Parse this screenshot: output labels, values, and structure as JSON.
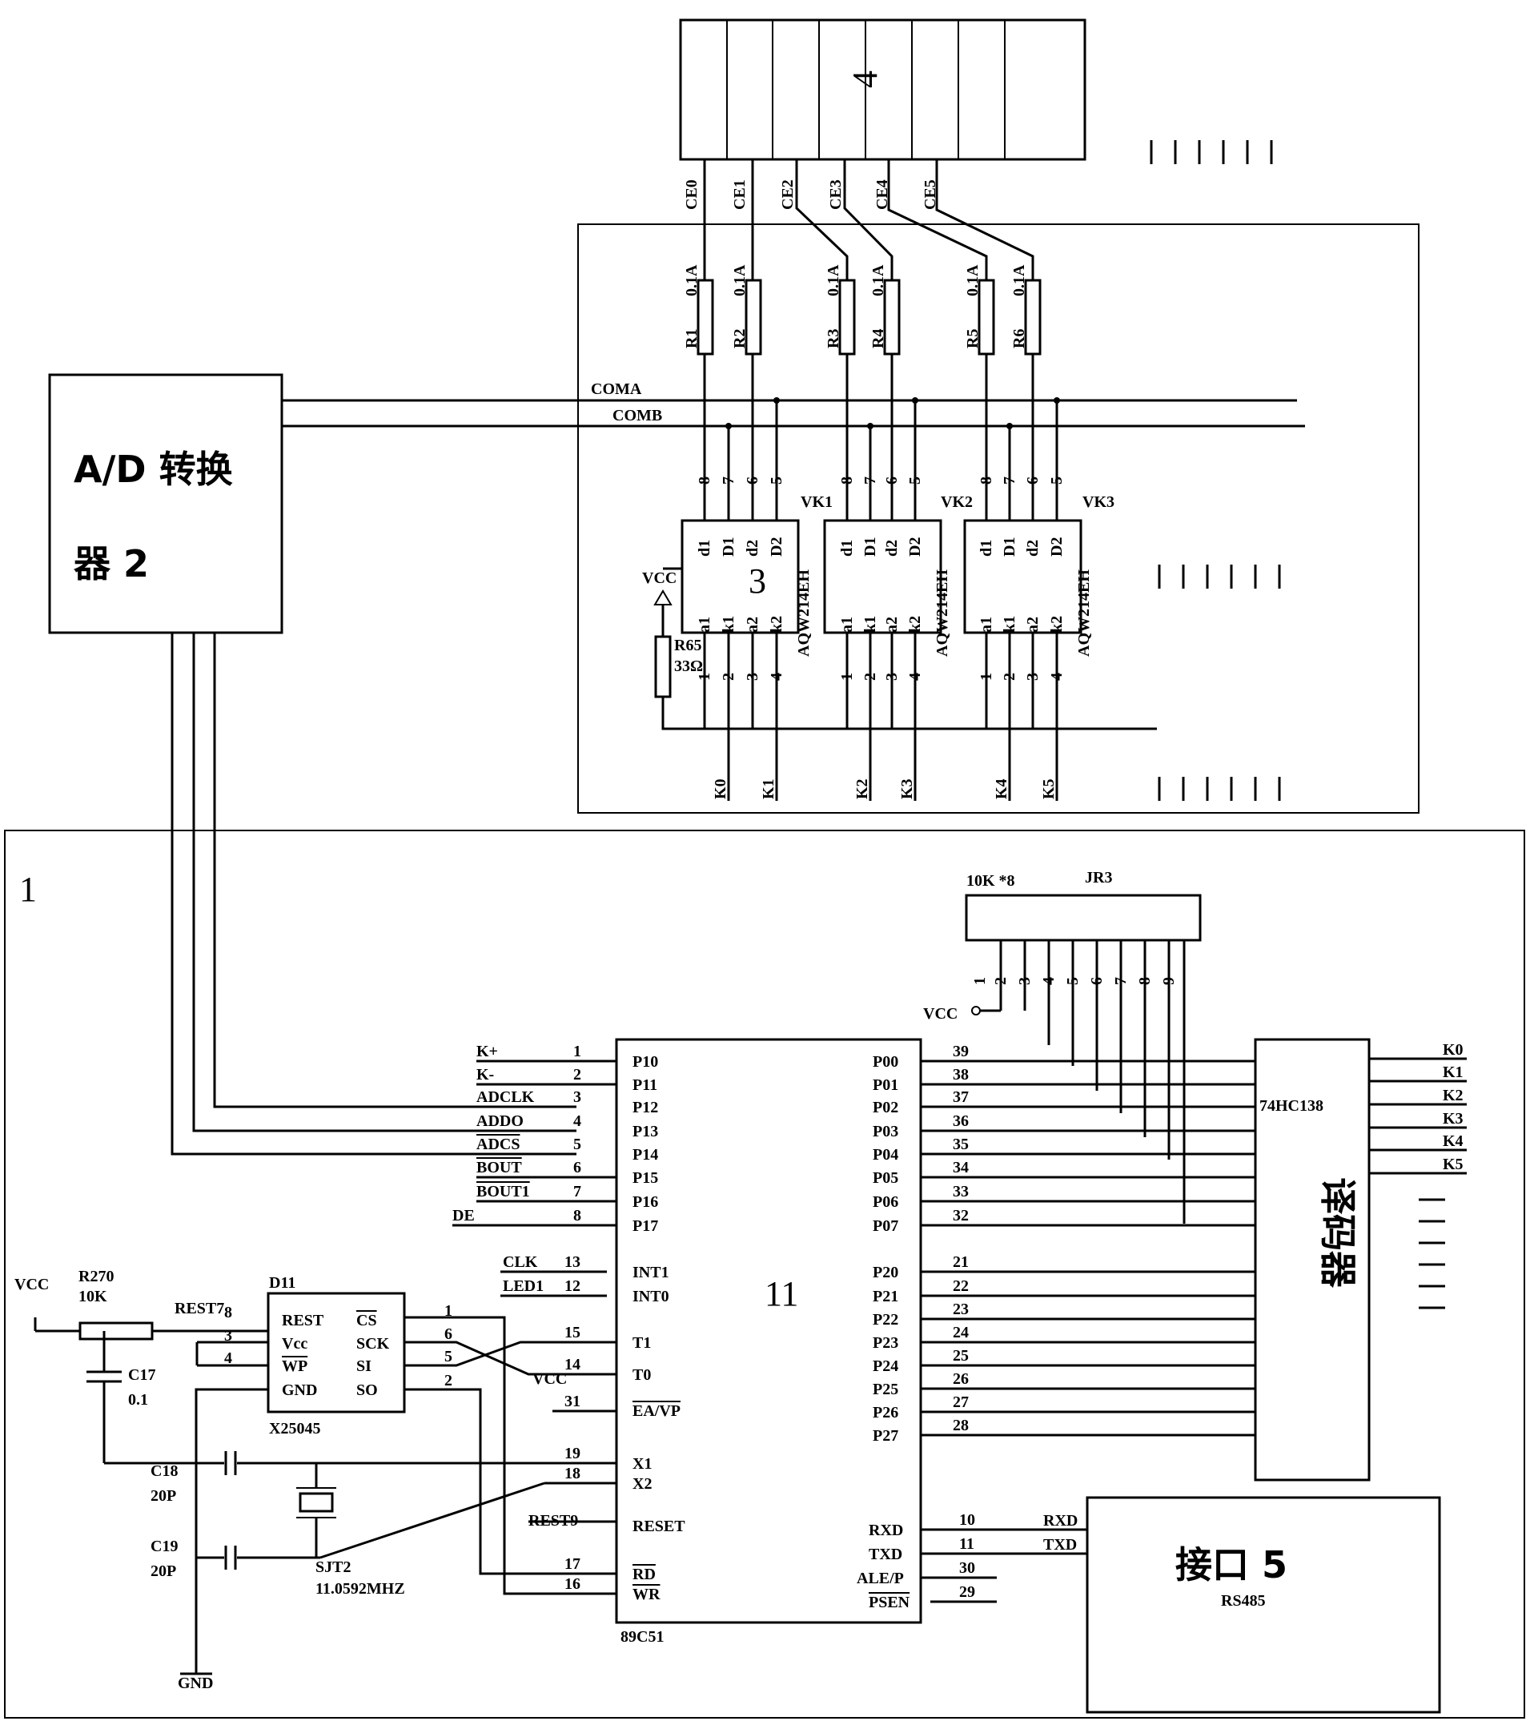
{
  "block_labels": {
    "ad": "A/D 转换",
    "ad_line2": "器 2",
    "relay_group": "3",
    "meter": "4",
    "main": "1",
    "mcu": "11",
    "decoder": "译码器",
    "interface": "接口 5"
  },
  "bus_labels": {
    "coma": "COMA",
    "comb": "COMB"
  },
  "chip_enable_lines": [
    "CE0",
    "CE1",
    "CE2",
    "CE3",
    "CE4",
    "CE5"
  ],
  "resistors": [
    {
      "name": "R1",
      "value": "0.1A"
    },
    {
      "name": "R2",
      "value": "0.1A"
    },
    {
      "name": "R3",
      "value": "0.1A"
    },
    {
      "name": "R4",
      "value": "0.1A"
    },
    {
      "name": "R5",
      "value": "0.1A"
    },
    {
      "name": "R6",
      "value": "0.1A"
    }
  ],
  "relays": {
    "part": "AQW214EH",
    "names": [
      "VK1",
      "VK2",
      "VK3"
    ],
    "top_pins": [
      "d1",
      "D1",
      "d2",
      "D2"
    ],
    "bottom_pins": [
      "a1",
      "k1",
      "a2",
      "k2"
    ],
    "top_nums": [
      "8",
      "7",
      "6",
      "5"
    ],
    "bottom_nums": [
      "1",
      "2",
      "3",
      "4"
    ]
  },
  "r65": {
    "name": "R65",
    "value": "33Ω"
  },
  "vcc": "VCC",
  "gnd": "GND",
  "k_lines": [
    "K0",
    "K1",
    "K2",
    "K3",
    "K4",
    "K5"
  ],
  "jr3": {
    "name": "JR3",
    "value": "10K *8",
    "pins": [
      "1",
      "2",
      "3",
      "4",
      "5",
      "6",
      "7",
      "8",
      "9"
    ]
  },
  "mcu": {
    "part": "89C51",
    "left_pins": [
      {
        "sig": "K+",
        "num": "1",
        "pin": "P10"
      },
      {
        "sig": "K-",
        "num": "2",
        "pin": "P11"
      },
      {
        "sig": "ADCLK",
        "num": "3",
        "pin": "P12"
      },
      {
        "sig": "ADDO",
        "num": "4",
        "pin": "P13"
      },
      {
        "sig": "ADCS",
        "num": "5",
        "pin": "P14"
      },
      {
        "sig": "BOUT",
        "num": "6",
        "pin": "P15"
      },
      {
        "sig": "BOUT1",
        "num": "7",
        "pin": "P16"
      },
      {
        "sig": "DE",
        "num": "8",
        "pin": "P17"
      }
    ],
    "int_pins": [
      {
        "sig": "CLK",
        "num": "13",
        "pin": "INT1"
      },
      {
        "sig": "LED1",
        "num": "12",
        "pin": "INT0"
      }
    ],
    "t_pins": [
      {
        "num": "15",
        "pin": "T1"
      },
      {
        "num": "14",
        "pin": "T0"
      }
    ],
    "ea": {
      "num": "31",
      "pin": "EA/VP"
    },
    "x_pins": [
      {
        "num": "19",
        "pin": "X1"
      },
      {
        "num": "18",
        "pin": "X2"
      }
    ],
    "reset": {
      "sig": "REST9",
      "pin": "RESET"
    },
    "rdwr_pins": [
      {
        "num": "17",
        "pin": "RD"
      },
      {
        "num": "16",
        "pin": "WR"
      }
    ],
    "p0_pins": [
      {
        "num": "39",
        "pin": "P00"
      },
      {
        "num": "38",
        "pin": "P01"
      },
      {
        "num": "37",
        "pin": "P02"
      },
      {
        "num": "36",
        "pin": "P03"
      },
      {
        "num": "35",
        "pin": "P04"
      },
      {
        "num": "34",
        "pin": "P05"
      },
      {
        "num": "33",
        "pin": "P06"
      },
      {
        "num": "32",
        "pin": "P07"
      }
    ],
    "p2_pins": [
      {
        "num": "21",
        "pin": "P20"
      },
      {
        "num": "22",
        "pin": "P21"
      },
      {
        "num": "23",
        "pin": "P22"
      },
      {
        "num": "24",
        "pin": "P23"
      },
      {
        "num": "25",
        "pin": "P24"
      },
      {
        "num": "26",
        "pin": "P25"
      },
      {
        "num": "27",
        "pin": "P26"
      },
      {
        "num": "28",
        "pin": "P27"
      }
    ],
    "serial_pins": [
      {
        "num": "10",
        "pin": "RXD"
      },
      {
        "num": "11",
        "pin": "TXD"
      },
      {
        "num": "30",
        "pin": "ALE/P"
      },
      {
        "num": "29",
        "pin": "PSEN"
      }
    ]
  },
  "decoder_part": "74HC138",
  "decoder_outputs": [
    "K0",
    "K1",
    "K2",
    "K3",
    "K4",
    "K5"
  ],
  "rs485": {
    "part": "RS485",
    "rxd": "RXD",
    "txd": "TXD"
  },
  "watchdog": {
    "name": "D11",
    "part": "X25045",
    "left": [
      {
        "num": "8",
        "pin": "REST"
      },
      {
        "num": "3",
        "pin": "Vcc"
      },
      {
        "num": "4",
        "pin": "WP"
      },
      {
        "num": "",
        "pin": "GND"
      }
    ],
    "right": [
      {
        "num": "1",
        "pin": "CS"
      },
      {
        "num": "6",
        "pin": "SCK"
      },
      {
        "num": "5",
        "pin": "SI"
      },
      {
        "num": "2",
        "pin": "SO"
      }
    ]
  },
  "passives": {
    "r270": "R270",
    "r270_val": "10K",
    "rest7": "REST7",
    "c17": "C17",
    "c17_val": "0.1",
    "c18": "C18",
    "c18_val": "20P",
    "c19": "C19",
    "c19_val": "20P",
    "crystal": "SJT2",
    "crystal_val": "11.0592MHZ"
  }
}
